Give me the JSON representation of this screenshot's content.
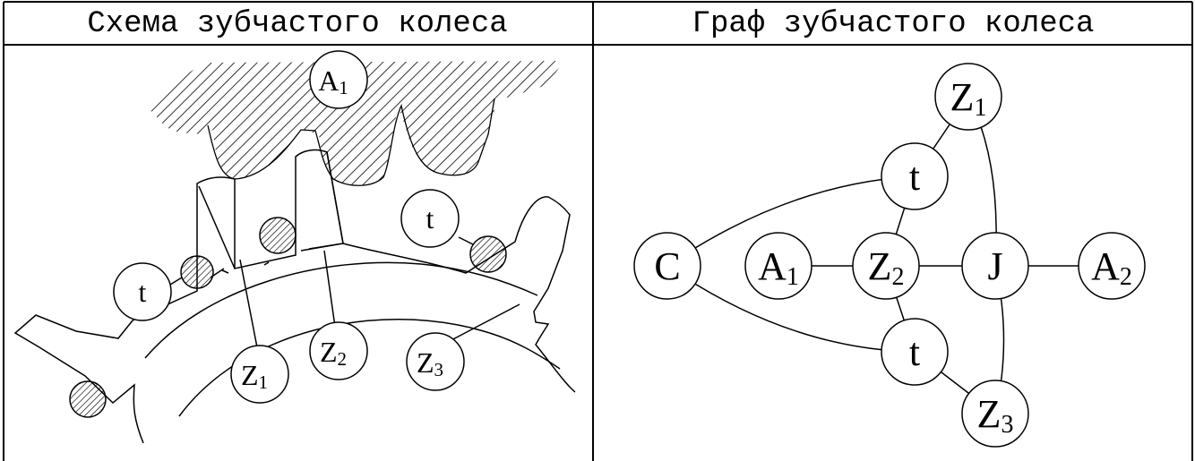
{
  "left_panel": {
    "title": "Схема зубчастого колеса",
    "labels": {
      "A1": {
        "main": "A",
        "sub": "1"
      },
      "t_left": {
        "main": "t"
      },
      "t_right": {
        "main": "t"
      },
      "Z1": {
        "main": "Z",
        "sub": "1"
      },
      "Z2": {
        "main": "Z",
        "sub": "2"
      },
      "Z3": {
        "main": "Z",
        "sub": "3"
      }
    }
  },
  "right_panel": {
    "title": "Граф зубчастого колеса",
    "nodes": {
      "Z1": {
        "main": "Z",
        "sub": "1"
      },
      "t_top": {
        "main": "t"
      },
      "C": {
        "main": "C"
      },
      "A1": {
        "main": "A",
        "sub": "1"
      },
      "Z2": {
        "main": "Z",
        "sub": "2"
      },
      "J": {
        "main": "J"
      },
      "A2": {
        "main": "A",
        "sub": "2"
      },
      "t_bottom": {
        "main": "t"
      },
      "Z3": {
        "main": "Z",
        "sub": "3"
      }
    },
    "edges": [
      [
        "C",
        "t_top"
      ],
      [
        "C",
        "t_bottom"
      ],
      [
        "A1",
        "Z2"
      ],
      [
        "Z2",
        "J"
      ],
      [
        "J",
        "A2"
      ],
      [
        "Z1",
        "t_top"
      ],
      [
        "Z1",
        "J"
      ],
      [
        "t_top",
        "Z2"
      ],
      [
        "Z2",
        "t_bottom"
      ],
      [
        "J",
        "Z3"
      ],
      [
        "t_bottom",
        "Z3"
      ]
    ]
  }
}
